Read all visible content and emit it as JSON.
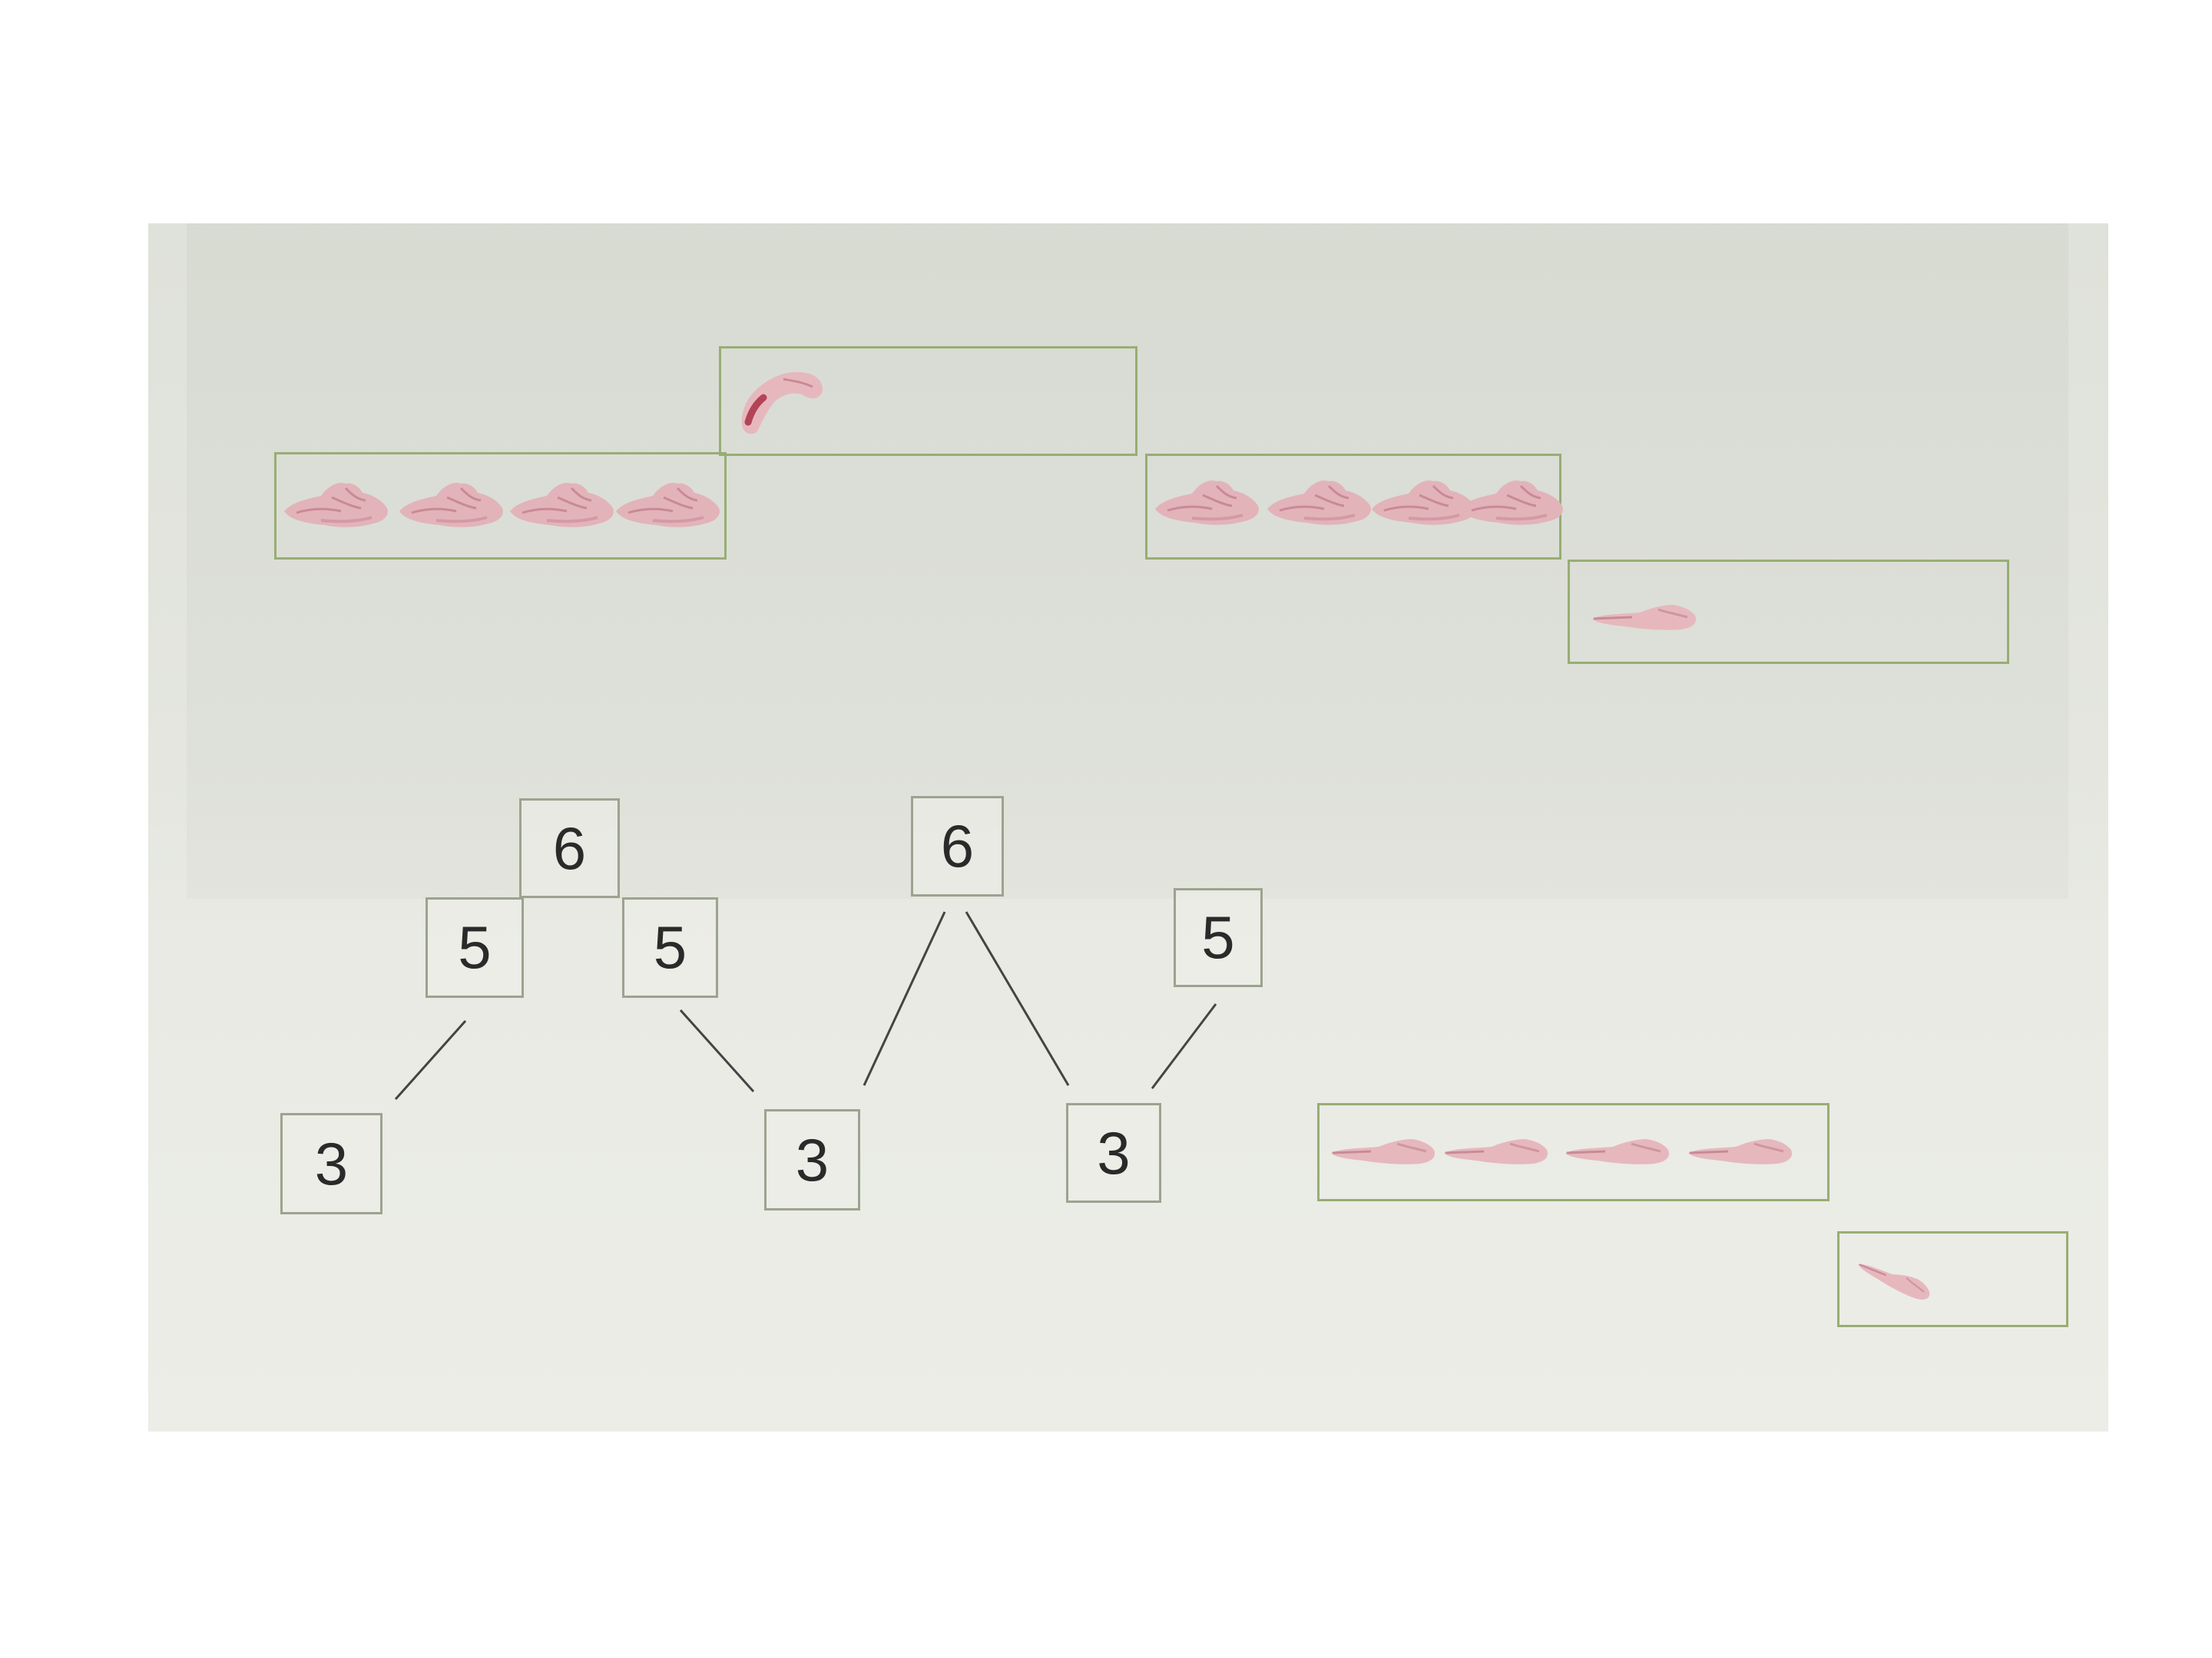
{
  "diagram": {
    "colors": {
      "box_border": "#98ad74",
      "hand": "#e6b8be",
      "hand_accent": "#b34458",
      "line": "#444444"
    },
    "left_tree": {
      "top": "6",
      "left_middle": "5",
      "right_middle": "5",
      "bottom_left": "3",
      "bottom_right": "3"
    },
    "right_tree": {
      "top": "6",
      "side": "5",
      "bottom": "3"
    },
    "pictures": [
      {
        "name": "upper-left-row",
        "icon": "open-hand-icon",
        "count": 4
      },
      {
        "name": "upper-middle-box",
        "icon": "curled-hand-icon",
        "count": 1
      },
      {
        "name": "upper-right-row",
        "icon": "open-hand-icon",
        "count": 4
      },
      {
        "name": "upper-lower-box",
        "icon": "pointing-finger-icon",
        "count": 1
      },
      {
        "name": "lower-right-row",
        "icon": "pointing-finger-icon",
        "count": 4
      },
      {
        "name": "lower-right-single",
        "icon": "pointing-finger-icon",
        "count": 1
      }
    ]
  }
}
